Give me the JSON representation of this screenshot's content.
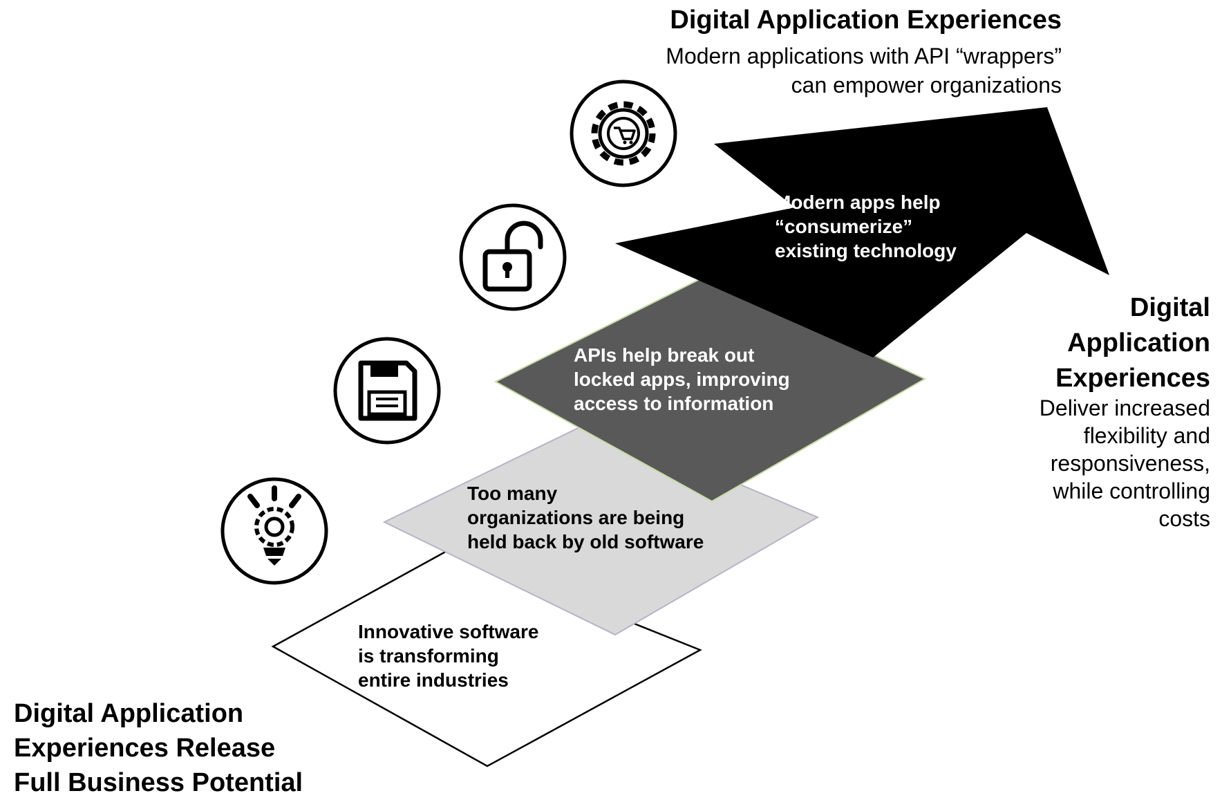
{
  "top_block": {
    "title": "Digital Application Experiences",
    "description_lines": [
      "Modern applications with API “wrappers”",
      "can empower organizations"
    ]
  },
  "right_block": {
    "title_lines": [
      "Digital",
      "Application",
      "Experiences"
    ],
    "description_lines": [
      "Deliver increased",
      "flexibility and",
      "responsiveness,",
      "while controlling",
      "costs"
    ]
  },
  "bottom_block": {
    "title_lines": [
      "Digital Application",
      "Experiences Release",
      "Full Business Potential"
    ]
  },
  "steps": [
    {
      "text_lines": [
        "Innovative software",
        "is transforming",
        "entire industries"
      ],
      "fill": "#ffffff",
      "icon": "lightbulb-gear-icon"
    },
    {
      "text_lines": [
        "Too many",
        "organizations are being",
        "held back by old software"
      ],
      "fill": "#d9d9d9",
      "icon": "floppy-disk-icon"
    },
    {
      "text_lines": [
        "APIs help break out",
        "locked apps, improving",
        "access to information"
      ],
      "fill": "#595959",
      "icon": "unlocked-padlock-icon"
    },
    {
      "text_lines": [
        "Modern apps help",
        "“consumerize”",
        "existing technology"
      ],
      "fill": "#000000",
      "icon": "gear-cart-icon"
    }
  ],
  "colors": {
    "arrow": "#000000",
    "step_dark": "#595959",
    "step_light": "#d9d9d9",
    "step_white": "#ffffff",
    "icon_stroke": "#000000"
  }
}
